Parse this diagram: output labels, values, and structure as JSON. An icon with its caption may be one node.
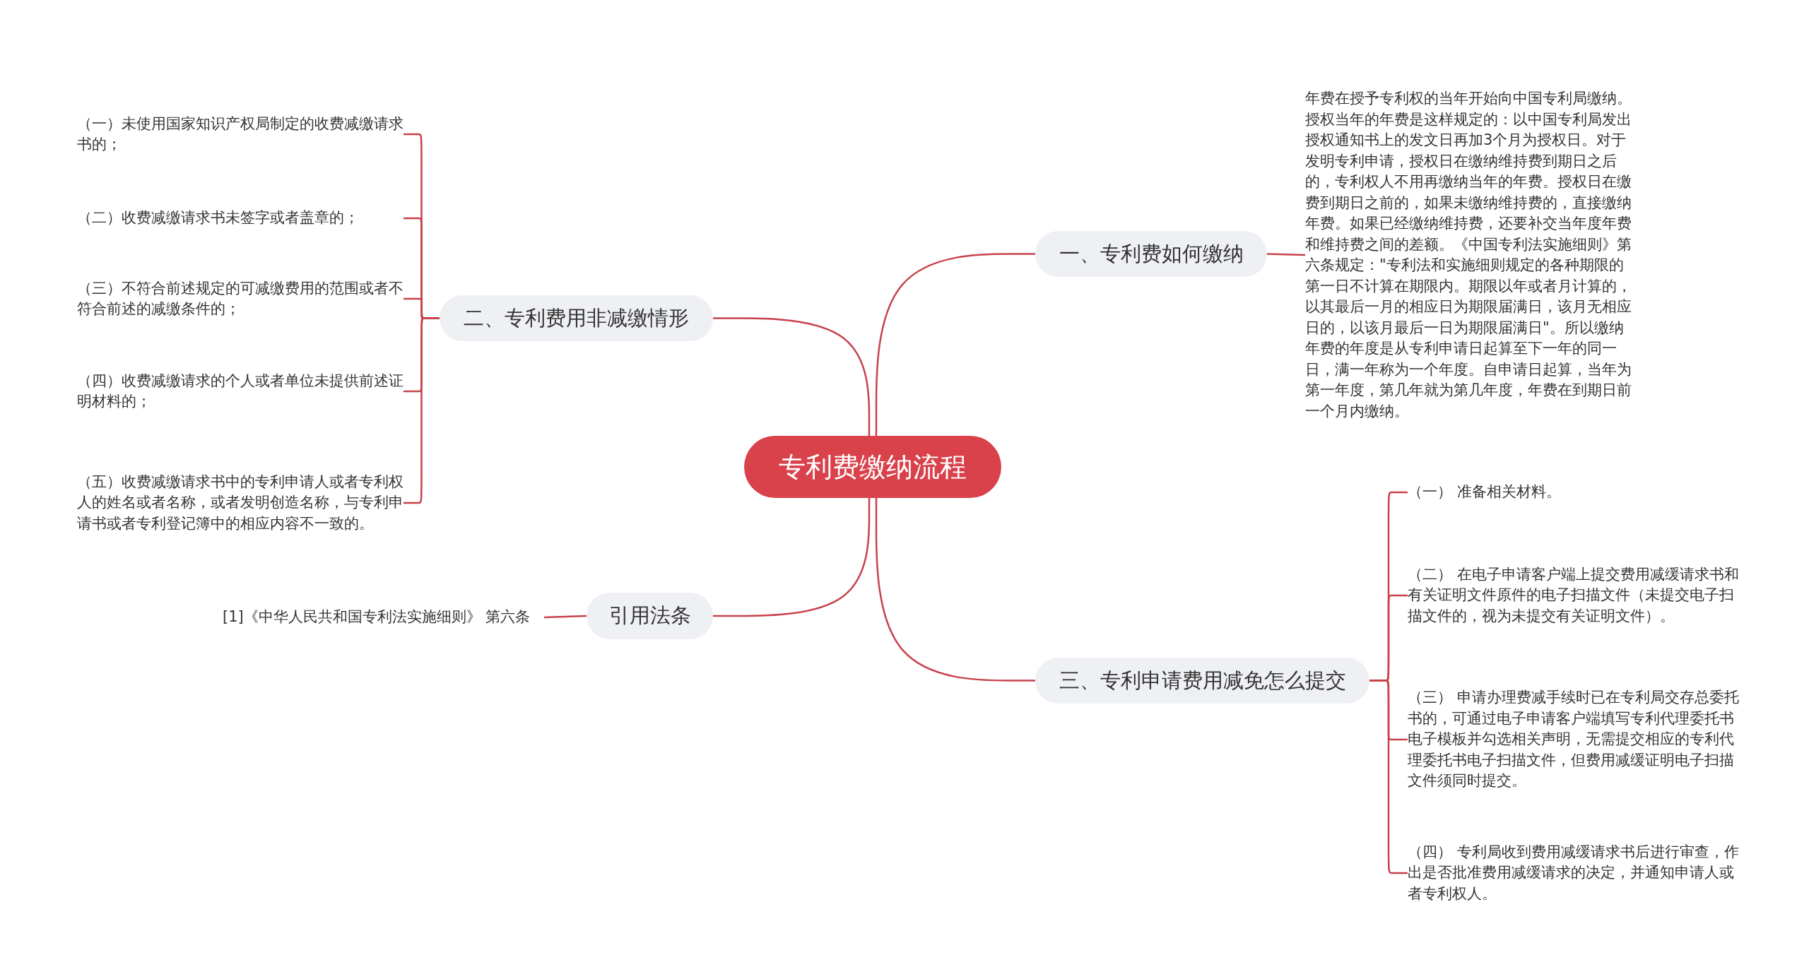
{
  "diagram": {
    "nodes": [
      {
        "text": [
          "专利费缴纳流程"
        ]
      },
      {
        "text": [
          "一、专利费如何缴纳"
        ]
      },
      {
        "text": [
          "年费在授予专利权的当年开始向中国专利局缴纳。授权当年的年费是这样规定的：以中国专利局发出授权通知书上的发文日再加3个月为授权日。对于发明专利申请，授权日在缴纳维持费到期日之后的，专利权人不用再缴纳当年的年费。授权日在缴费到期日之前的，如果未缴纳维持费的，直接缴纳年费。如果已经缴纳维持费，还要补交当年度年费和维持费之间的差额。《中国专利法实施细则》第六条规定：\"专利法和实施细则规定的各种期限的第一日不计算在期限内。期限以年或者月计算的，以其最后一月的相应日为期限届满日，该月无相应日的，以该月最后一日为期限届满日\"。所以缴纳年费的年度是从专利申请日起算至下一年的同一日，满一年称为一个年度。自申请日起算，当年为第一年度，第几年就为第几年度，年费在到期日前一个月内缴纳。"
        ]
      },
      {
        "text": [
          "二、专利费用非减缴情形"
        ]
      },
      {
        "text": [
          "（一）未使用国家知识产权局制定的收费减缴请求书的；"
        ]
      },
      {
        "text": [
          "（二）收费减缴请求书未签字或者盖章的；"
        ]
      },
      {
        "text": [
          "（三）不符合前述规定的可减缴费用的范围或者不符合前述的减缴条件的；"
        ]
      },
      {
        "text": [
          "（四）收费减缴请求的个人或者单位未提供前述证明材料的；"
        ]
      },
      {
        "text": [
          "（五）收费减缴请求书中的专利申请人或者专利权人的姓名或者名称，或者发明创造名称，与专利申请书或者专利登记簿中的相应内容不一致的。"
        ]
      },
      {
        "text": [
          "三、专利申请费用减免怎么提交"
        ]
      },
      {
        "text": [
          "（一） 准备相关材料。"
        ]
      },
      {
        "text": [
          "（二） 在电子申请客户端上提交费用减缓请求书和有关证明文件原件的电子扫描文件（未提交电子扫描文件的，视为未提交有关证明文件）。"
        ]
      },
      {
        "text": [
          "（三） 申请办理费减手续时已在专利局交存总委托书的，可通过电子申请客户端填写专利代理委托书电子模板并勾选相关声明，无需提交相应的专利代理委托书电子扫描文件，但费用减缓证明电子扫描文件须同时提交。"
        ]
      },
      {
        "text": [
          "（四） 专利局收到费用减缓请求书后进行审查，作出是否批准费用减缓请求的决定，并通知申请人或者专利权人。"
        ]
      },
      {
        "text": [
          "引用法条"
        ]
      },
      {
        "text": [
          "[1]《中华人民共和国专利法实施细则》 第六条"
        ]
      }
    ],
    "edges": [
      {
        "from": 0,
        "to": 1,
        "arrow": "none"
      },
      {
        "from": 1,
        "to": 2,
        "arrow": "none"
      },
      {
        "from": 0,
        "to": 3,
        "arrow": "none"
      },
      {
        "from": 3,
        "to": 4,
        "arrow": "none"
      },
      {
        "from": 3,
        "to": 5,
        "arrow": "none"
      },
      {
        "from": 3,
        "to": 6,
        "arrow": "none"
      },
      {
        "from": 3,
        "to": 7,
        "arrow": "none"
      },
      {
        "from": 3,
        "to": 8,
        "arrow": "none"
      },
      {
        "from": 0,
        "to": 9,
        "arrow": "none"
      },
      {
        "from": 9,
        "to": 10,
        "arrow": "none"
      },
      {
        "from": 9,
        "to": 11,
        "arrow": "none"
      },
      {
        "from": 9,
        "to": 12,
        "arrow": "none"
      },
      {
        "from": 9,
        "to": 13,
        "arrow": "none"
      },
      {
        "from": 0,
        "to": 14,
        "arrow": "none"
      },
      {
        "from": 14,
        "to": 15,
        "arrow": "none"
      }
    ]
  }
}
